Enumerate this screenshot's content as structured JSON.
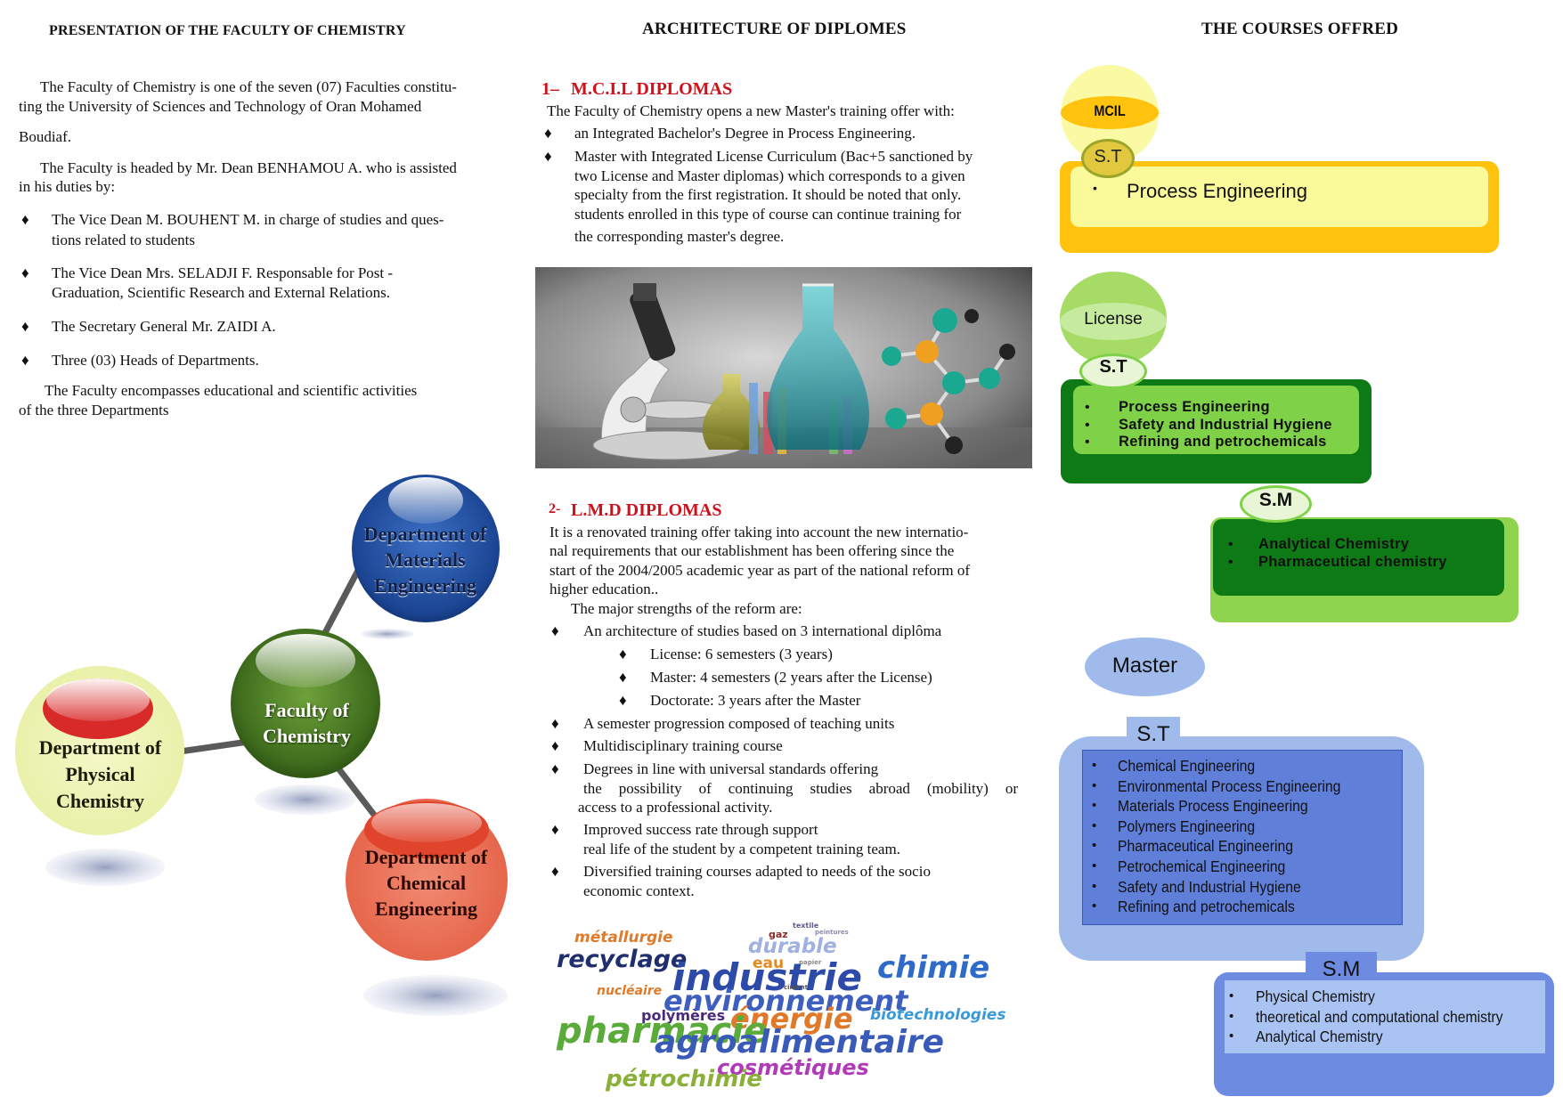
{
  "col1": {
    "title": "PRESENTATION OF THE FACULTY  OF CHEMISTRY",
    "p1_l1": "The Faculty of Chemistry is one of the seven (07) Faculties constitu-",
    "p1_l2": "ting the University of Sciences and Technology of Oran Mohamed",
    "p1_l3": "Boudiaf.",
    "p2_l1": "The Faculty is headed by Mr. Dean BENHAMOU A. who is assisted",
    "p2_l2": "in his duties by:",
    "b1_l1": "The Vice Dean M. BOUHENT M. in charge of studies and ques-",
    "b1_l2": "tions related to students",
    "b2_l1": "The Vice Dean Mrs. SELADJI F. Responsable for Post -",
    "b2_l2": "Graduation, Scientific Research and External Relations.",
    "b3": "The Secretary General Mr. ZAIDI A.",
    "b4": "Three (03) Heads of Departments.",
    "p3_l1": "The Faculty encompasses educational and scientific activities",
    "p3_l2": "of the three Departments",
    "bullet": "♦",
    "diagram": {
      "center": [
        "Faculty of",
        "Chemistry"
      ],
      "materials": [
        "Department of",
        "Materials",
        "Engineering"
      ],
      "physical": [
        "Department of",
        "Physical",
        "Chemistry"
      ],
      "chemical": [
        "Department of",
        "Chemical",
        "Engineering"
      ]
    }
  },
  "col2": {
    "title": "ARCHITECTURE OF DIPLOMES",
    "s1_num": "1–",
    "s1_title": "M.C.I.L DIPLOMAS",
    "s1_intro": "The Faculty of Chemistry opens a new Master's training offer with:",
    "s1_b1": "an Integrated Bachelor's Degree in Process Engineering.",
    "s1_b2_l1": "Master with Integrated License Curriculum (Bac+5 sanctioned by",
    "s1_b2_l2": "two License and Master diplomas) which corresponds to a given",
    "s1_b2_l3": "specialty from the first registration. It should be noted that only.",
    "s1_b2_l4": "students enrolled in this type of course can continue training for",
    "s1_b2_l5": "the corresponding master's degree.",
    "s2_num": "2-",
    "s2_title": "L.M.D DIPLOMAS",
    "s2_l1": "It is a renovated training offer taking into account the new internatio-",
    "s2_l2": "nal requirements that our establishment has been offering since the",
    "s2_l3": "start of the 2004/2005 academic year as part of the national reform of",
    "s2_l4": "higher education..",
    "s2_l5": "The major strengths of the reform are:",
    "s2_b1": "An architecture of studies based on 3 international diplôma",
    "s2_sub1": "License: 6 semesters (3 years)",
    "s2_sub2": "Master: 4 semesters (2 years after the License)",
    "s2_sub3": "Doctorate: 3 years after the Master",
    "s2_b2": "A semester progression composed of teaching units",
    "s2_b3": "Multidisciplinary training course",
    "s2_b4_l1": "Degrees in line with universal standards offering",
    "s2_b4_l2": "the possibility of continuing studies abroad (mobility) or",
    "s2_b4_l3": "access to a professional activity.",
    "s2_b5_l1": "Improved success rate through support",
    "s2_b5_l2": "real life of the student by a competent training team.",
    "s2_b6_l1": "Diversified training courses adapted to needs of the socio",
    "s2_b6_l2": "economic context.",
    "words": {
      "metallurgie": "métallurgie",
      "recyclage": "recyclage",
      "industrie": "industrie",
      "chimie": "chimie",
      "durable": "durable",
      "eau": "eau",
      "gaz": "gaz",
      "textile": "textile",
      "peintures": "peintures",
      "papier": "papier",
      "ciment": "ciment",
      "nucleaire": "nucléaire",
      "environnement": "environnement",
      "polymeres": "polymères",
      "energie": "énergie",
      "biotechnologies": "biotechnologies",
      "pharmacie": "pharmacie",
      "agroalimentaire": "agroalimentaire",
      "cosmetiques": "cosmétiques",
      "petrochimie": "pétrochimie"
    }
  },
  "col3": {
    "title": "THE COURSES OFFRED",
    "mcil": "MCIL",
    "mcil_st": "S.T",
    "mcil_items": [
      "Process Engineering"
    ],
    "license": "License",
    "license_st": "S.T",
    "license_items": [
      "Process Engineering",
      "Safety and Industrial Hygiene",
      "Refining and petrochemicals"
    ],
    "license_sm": "S.M",
    "license_sm_items": [
      "Analytical Chemistry",
      "Pharmaceutical chemistry"
    ],
    "master": "Master",
    "master_st": "S.T",
    "master_st_items": [
      "Chemical Engineering",
      "Environmental Process Engineering",
      "Materials Process Engineering",
      "Polymers Engineering",
      "Pharmaceutical Engineering",
      "Petrochemical Engineering",
      "Safety and Industrial Hygiene",
      "Refining and petrochemicals"
    ],
    "master_sm": "S.M",
    "master_sm_items": [
      "Physical Chemistry",
      "theoretical and computational chemistry",
      "Analytical Chemistry"
    ],
    "dot": "•"
  }
}
